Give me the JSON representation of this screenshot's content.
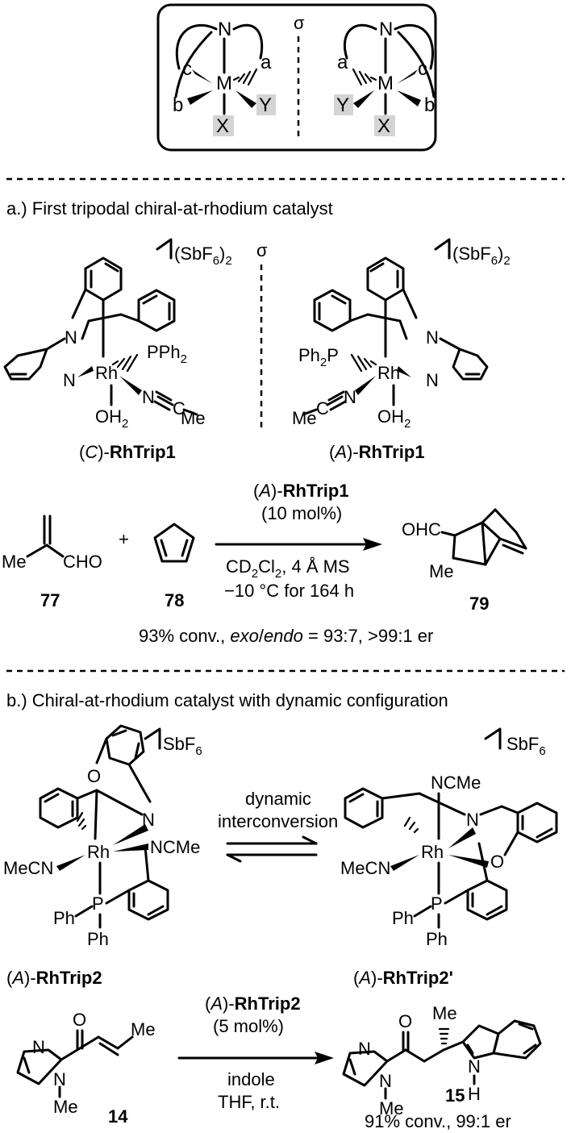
{
  "top_box": {
    "mirror_symbol": "σ",
    "left": {
      "n": "N",
      "m": "M",
      "c": "c",
      "a": "a",
      "b": "b",
      "y": "Y",
      "x": "X"
    },
    "right": {
      "n": "N",
      "m": "M",
      "a": "a",
      "c": "c",
      "y": "Y",
      "b": "b",
      "x": "X"
    }
  },
  "section_a": {
    "heading": "a.) First tripodal chiral-at-rhodium catalyst",
    "mirror_symbol": "σ",
    "counterion_left": {
      "base": "(SbF",
      "sub": "6",
      "close": ")",
      "sub2": "2"
    },
    "counterion_right": {
      "base": "(SbF",
      "sub": "6",
      "close": ")",
      "sub2": "2"
    },
    "left_complex": {
      "n": "N",
      "n_py": "N",
      "rh": "Rh",
      "pph2": "PPh",
      "pph2_sub": "2",
      "nitrile_n": "N",
      "nitrile_c": "C",
      "me": "Me",
      "oh2": "OH",
      "oh2_sub": "2"
    },
    "right_complex": {
      "ph2p": "Ph",
      "ph2p_sub": "2",
      "ph2p_p": "P",
      "n": "N",
      "n_py": "N",
      "rh": "Rh",
      "nitrile_n": "N",
      "nitrile_c": "C",
      "me": "Me",
      "oh2": "OH",
      "oh2_sub": "2"
    },
    "label_left": {
      "open": "(",
      "config": "C",
      "close": ")-",
      "name": "RhTrip1"
    },
    "label_right": {
      "open": "(",
      "config": "A",
      "close": ")-",
      "name": "RhTrip1"
    },
    "reaction": {
      "sm1_me": "Me",
      "sm1_cho": "CHO",
      "sm1_num": "77",
      "plus": "+",
      "sm2_num": "78",
      "cat_open": "(",
      "cat_config": "A",
      "cat_close": ")-",
      "cat_name": "RhTrip1",
      "cat_loading": "(10 mol%)",
      "cond1_a": "CD",
      "cond1_sub1": "2",
      "cond1_b": "Cl",
      "cond1_sub2": "2",
      "cond1_c": ", 4 Å MS",
      "cond2": "−10 °C for 164 h",
      "prod_ohc": "OHC",
      "prod_me": "Me",
      "prod_num": "79",
      "result_a": "93% conv., ",
      "result_exo": "exo",
      "result_slash": "/",
      "result_endo": "endo",
      "result_b": " = 93:7, >99:1 er"
    }
  },
  "section_b": {
    "heading": "b.) Chiral-at-rhodium catalyst with dynamic configuration",
    "counterion_left": {
      "base": "SbF",
      "sub": "6"
    },
    "counterion_right": {
      "base": "SbF",
      "sub": "6"
    },
    "left_complex": {
      "o": "O",
      "n": "N",
      "rh": "Rh",
      "mecn": "MeCN",
      "ncme": "NCMe",
      "p": "P",
      "ph1": "Ph",
      "ph2": "Ph"
    },
    "right_complex": {
      "ncme": "NCMe",
      "n": "N",
      "rh": "Rh",
      "o": "O",
      "mecn": "MeCN",
      "p": "P",
      "ph1": "Ph",
      "ph2": "Ph"
    },
    "equilibrium_line1": "dynamic",
    "equilibrium_line2": "interconversion",
    "label_left": {
      "open": "(",
      "config": "A",
      "close": ")-",
      "name": "RhTrip2"
    },
    "label_right": {
      "open": "(",
      "config": "A",
      "close": ")-",
      "name": "RhTrip2'"
    },
    "reaction": {
      "sm_o": "O",
      "sm_n1": "N",
      "sm_n2": "N",
      "sm_me": "Me",
      "sm_me2": "Me",
      "sm_num": "14",
      "cat_open": "(",
      "cat_config": "A",
      "cat_close": ")-",
      "cat_name": "RhTrip2",
      "cat_loading": "(5 mol%)",
      "cond1": "indole",
      "cond2": "THF, r.t.",
      "prod_o": "O",
      "prod_n1": "N",
      "prod_n2": "N",
      "prod_me_n": "Me",
      "prod_me_top": "Me",
      "prod_nh_n": "N",
      "prod_nh_h": "H",
      "prod_num": "15",
      "result": "91% conv., 99:1 er"
    }
  }
}
